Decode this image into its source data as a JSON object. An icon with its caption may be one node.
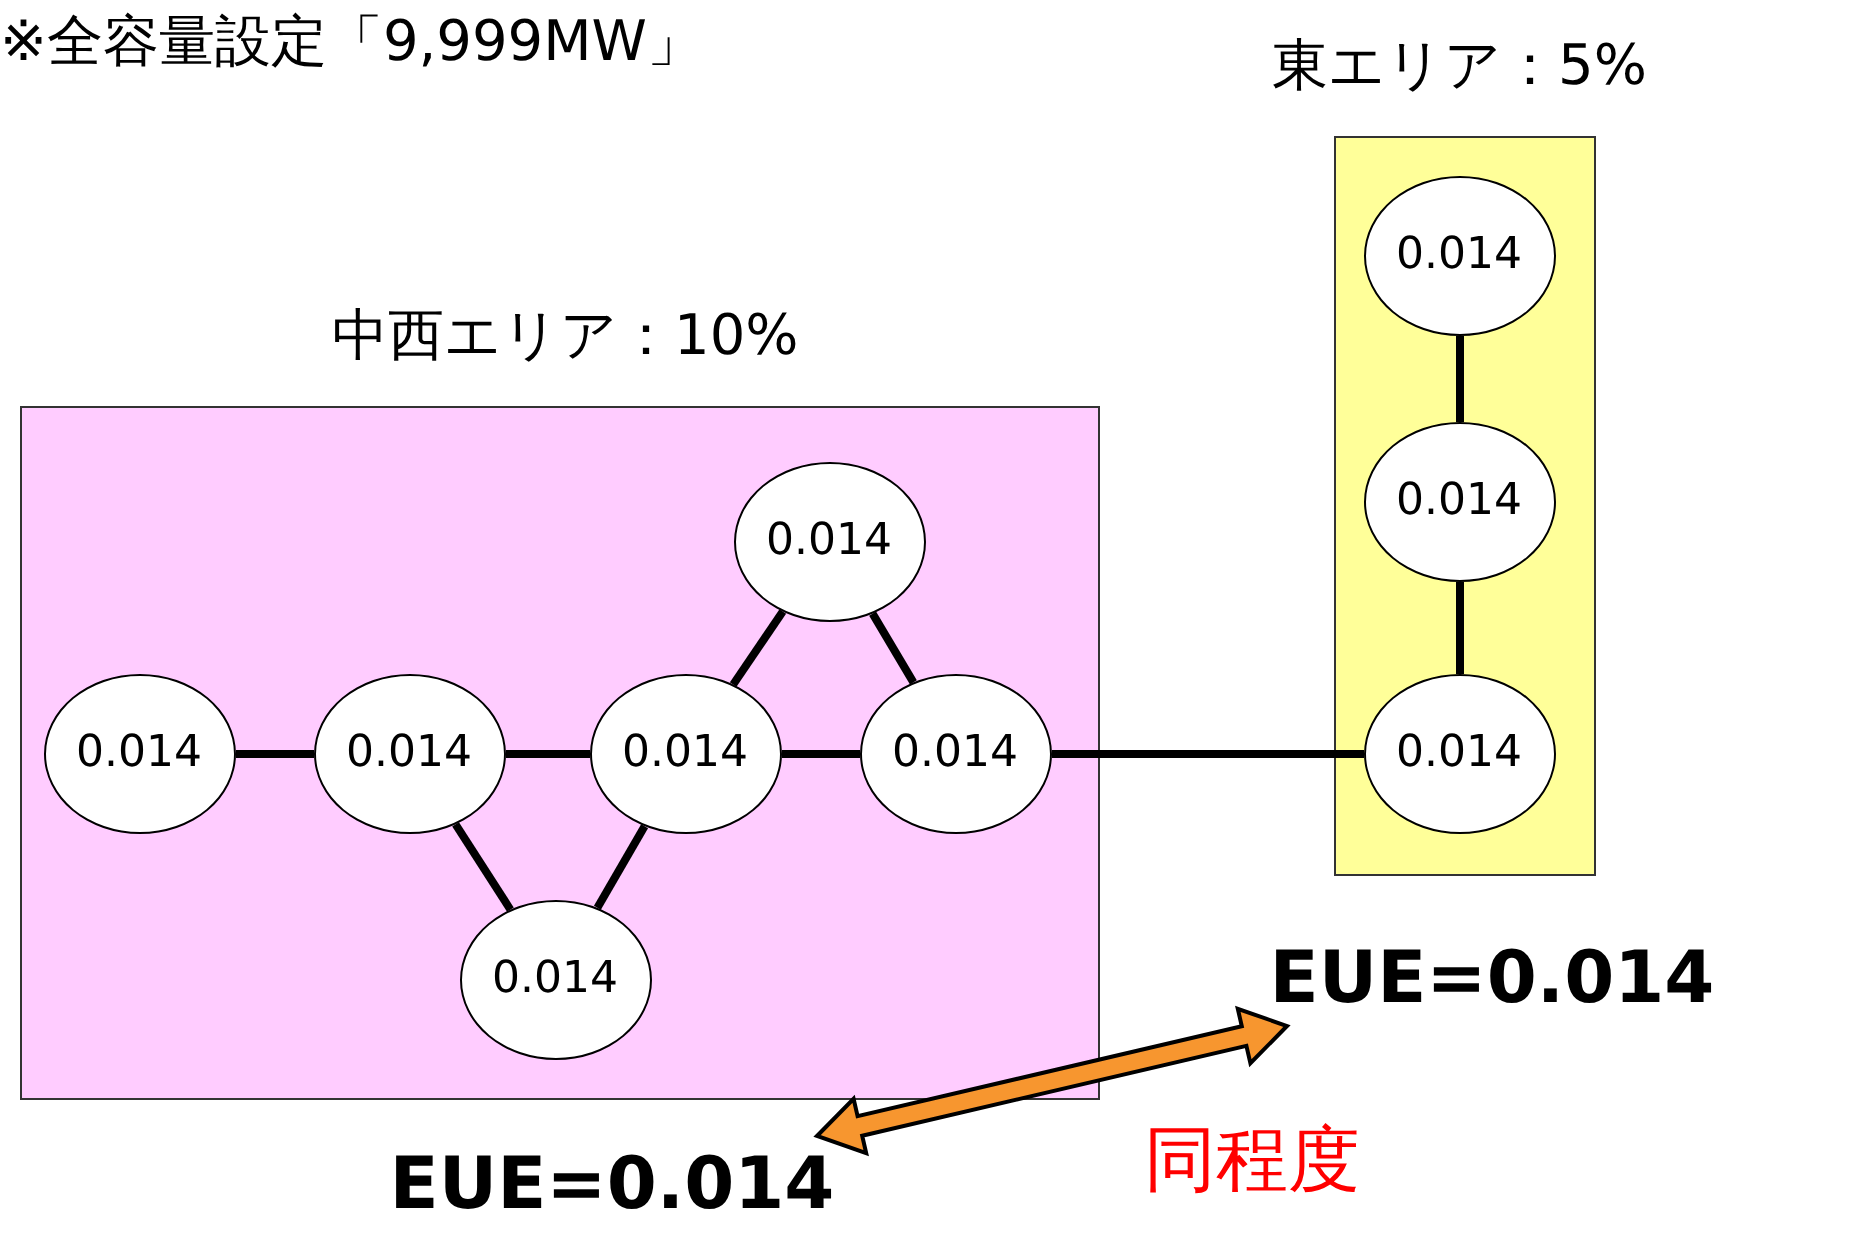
{
  "diagram": {
    "nodes": [
      {
        "text": [
          "中西エリア：10%"
        ]
      },
      {
        "text": [
          "0.014"
        ],
        "in": 0
      },
      {
        "text": [
          "0.014"
        ],
        "in": 0
      },
      {
        "text": [
          "0.014"
        ],
        "in": 0
      },
      {
        "text": [
          "0.014"
        ],
        "in": 0
      },
      {
        "text": [
          "0.014"
        ],
        "in": 0
      },
      {
        "text": [
          "0.014"
        ],
        "in": 0
      },
      {
        "text": [
          "東エリア：5%"
        ]
      },
      {
        "text": [
          "0.014"
        ],
        "in": 7
      },
      {
        "text": [
          "0.014"
        ],
        "in": 7
      },
      {
        "text": [
          "0.014"
        ],
        "in": 7
      },
      {
        "text": [
          "EUE=0.014"
        ]
      },
      {
        "text": [
          "EUE=0.014"
        ]
      }
    ],
    "edges": [
      {
        "from": 1,
        "to": 2,
        "arrow": "none"
      },
      {
        "from": 2,
        "to": 3,
        "arrow": "none"
      },
      {
        "from": 3,
        "to": 4,
        "arrow": "none"
      },
      {
        "from": 3,
        "to": 5,
        "arrow": "none"
      },
      {
        "from": 5,
        "to": 4,
        "arrow": "none"
      },
      {
        "from": 2,
        "to": 6,
        "arrow": "none"
      },
      {
        "from": 6,
        "to": 3,
        "arrow": "none"
      },
      {
        "from": 4,
        "to": 10,
        "arrow": "none"
      },
      {
        "from": 8,
        "to": 9,
        "arrow": "none"
      },
      {
        "from": 9,
        "to": 10,
        "arrow": "none"
      },
      {
        "from": 12,
        "to": 11,
        "arrow": "both",
        "style": "thick",
        "color": "#f7962f"
      }
    ],
    "labels": [
      "※全容量設定「9,999MW」",
      "同程度"
    ]
  }
}
